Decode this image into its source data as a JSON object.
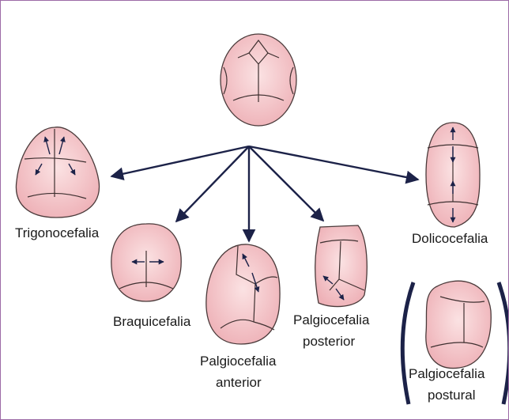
{
  "diagram": {
    "labels": {
      "trigonocefalia": "Trigonocefalia",
      "braquicefalia": "Braquicefalia",
      "plagio_anterior": [
        "Palgiocefalia",
        "anterior"
      ],
      "plagio_posterior": [
        "Palgiocefalia",
        "posterior"
      ],
      "dolicocefalia": "Dolicocefalia",
      "plagio_postural": [
        "Palgiocefalia",
        "postural"
      ]
    },
    "colors": {
      "skull_fill": "#f6c9cc",
      "arrow": "#1c2248",
      "border": "#9c6aa6"
    }
  }
}
